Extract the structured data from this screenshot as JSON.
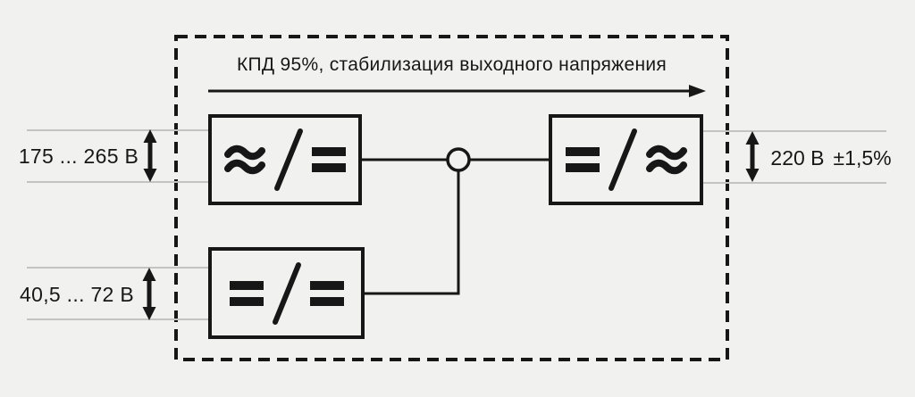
{
  "colors": {
    "background": "#f1f1ef",
    "ink": "#171717",
    "wire": "#c3c3c1"
  },
  "title": {
    "text": "КПД 95%, стабилизация выходного напряжения"
  },
  "inputs": [
    {
      "label": "175 ... 265 В"
    },
    {
      "label": "40,5 ... 72 В"
    }
  ],
  "output": {
    "value": "220 В",
    "tolerance": "±1,5%"
  },
  "converters": [
    {
      "symbol": "≈/="
    },
    {
      "symbol": "=/="
    },
    {
      "symbol": "=/≈"
    }
  ]
}
